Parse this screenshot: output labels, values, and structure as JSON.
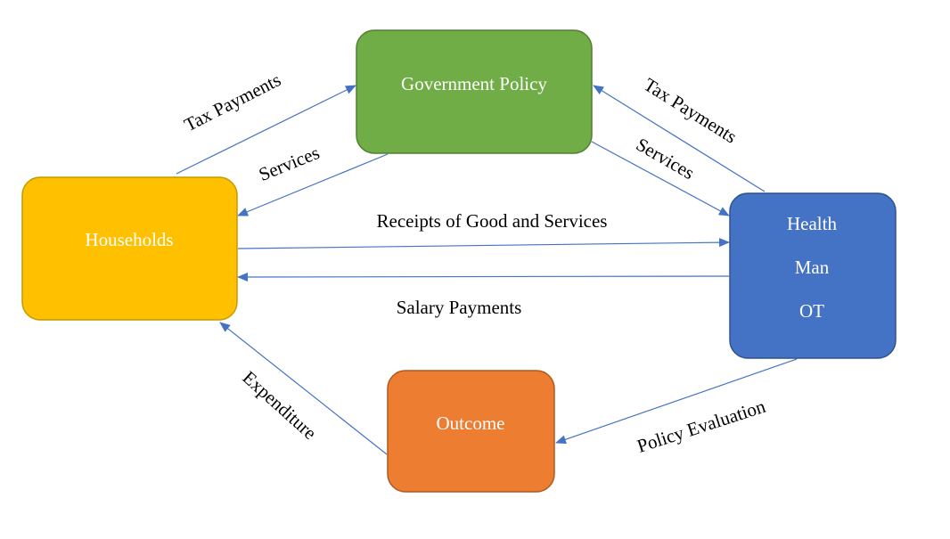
{
  "colors": {
    "households_fill": "#ffc000",
    "households_stroke": "#c49a00",
    "government_fill": "#70ad47",
    "government_stroke": "#507e32",
    "health_fill": "#4472c4",
    "health_stroke": "#2f528f",
    "outcome_fill": "#ed7d31",
    "outcome_stroke": "#ae5a21",
    "arrow": "#4472c4"
  },
  "nodes": {
    "households": "Households",
    "government": "Government Policy",
    "health": {
      "line1": "Health",
      "line2": "Man",
      "line3": "OT"
    },
    "outcome": "Outcome"
  },
  "edges": {
    "tax_payments_left": "Tax Payments",
    "services_left": "Services",
    "tax_payments_right": "Tax Payments",
    "services_right": "Services",
    "receipts": "Receipts of Good and Services",
    "salary": "Salary Payments",
    "expenditure": "Expenditure",
    "policy_evaluation": "Policy Evaluation"
  }
}
